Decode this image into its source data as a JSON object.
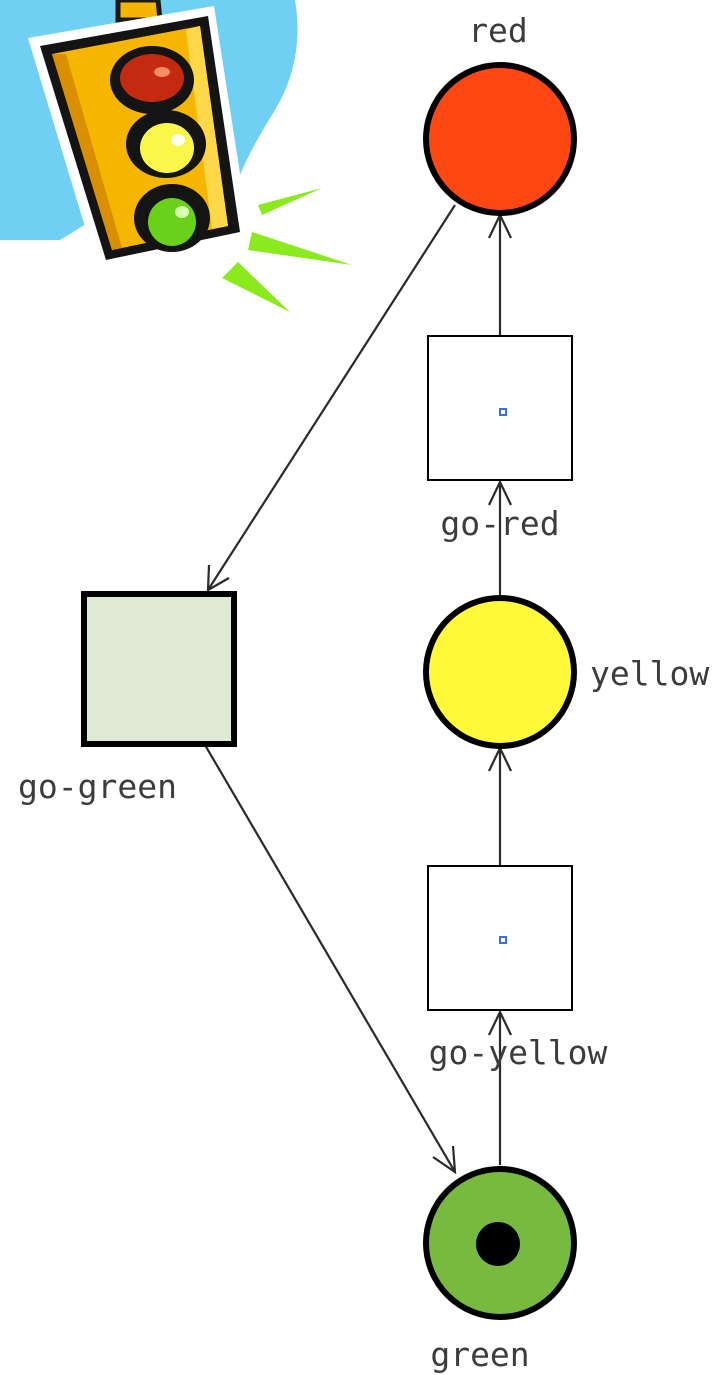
{
  "places": {
    "red": {
      "label": "red",
      "color": "#ff4713",
      "tokens": 0
    },
    "yellow": {
      "label": "yellow",
      "color": "#fff93a",
      "tokens": 0
    },
    "green": {
      "label": "green",
      "color": "#78b940",
      "tokens": 1
    }
  },
  "transitions": {
    "go_red": {
      "label": "go-red",
      "fill": "#ffffff",
      "enabled": false
    },
    "go_yellow": {
      "label": "go-yellow",
      "fill": "#ffffff",
      "enabled": false
    },
    "go_green": {
      "label": "go-green",
      "fill": "#dfead5",
      "enabled": true
    }
  },
  "arcs": [
    {
      "from": "green",
      "to": "go-yellow"
    },
    {
      "from": "go-yellow",
      "to": "yellow"
    },
    {
      "from": "yellow",
      "to": "go-red"
    },
    {
      "from": "go-red",
      "to": "red"
    },
    {
      "from": "red",
      "to": "go-green"
    },
    {
      "from": "go-green",
      "to": "green"
    }
  ],
  "clipart": {
    "icon": "traffic-light-icon"
  }
}
